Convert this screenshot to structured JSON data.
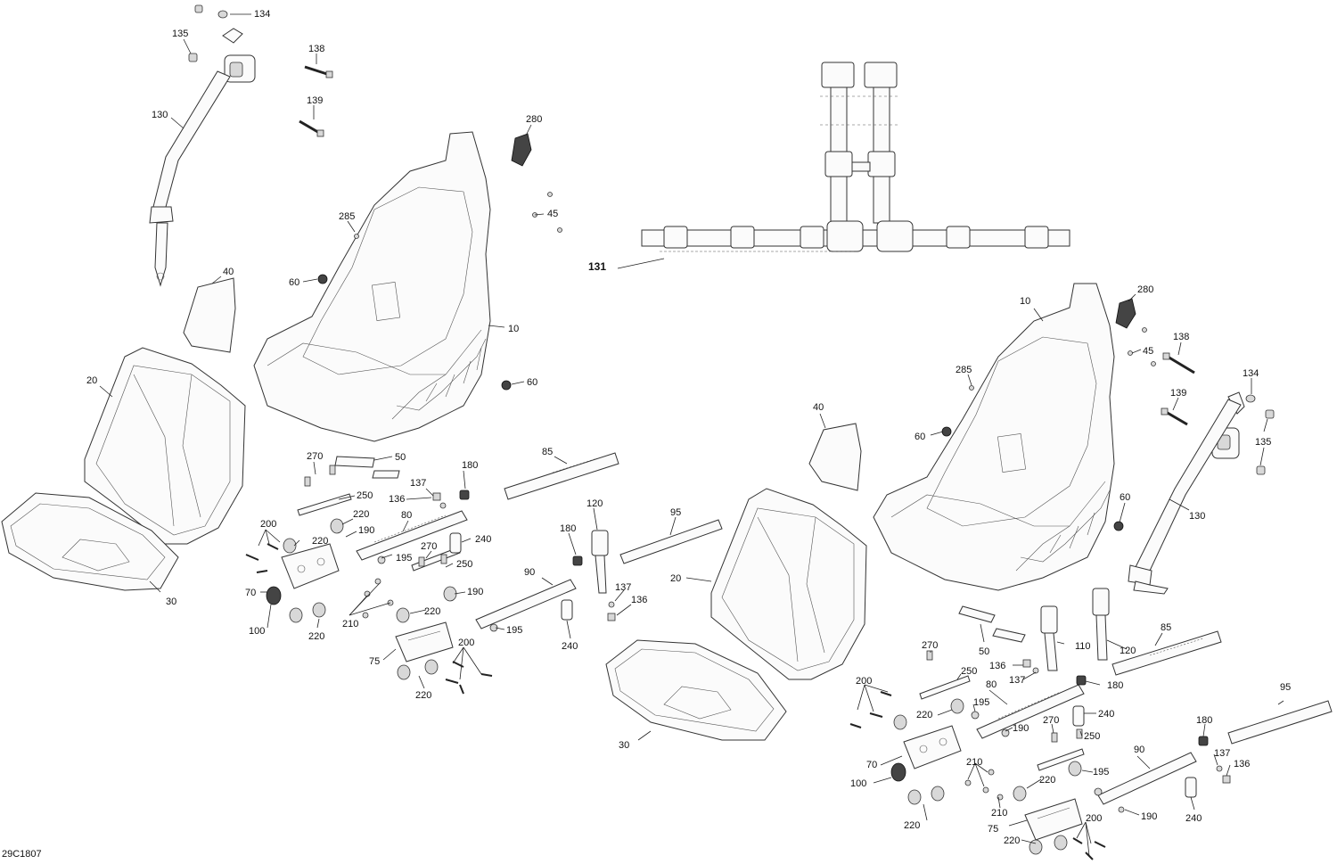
{
  "drawing_id": "29C1807",
  "callouts": {
    "c134a": "134",
    "c135a": "135",
    "c138a": "138",
    "c139a": "139",
    "c130a": "130",
    "c280a": "280",
    "c285a": "285",
    "c45a": "45",
    "c40a": "40",
    "c60a": "60",
    "c10a": "10",
    "c60b": "60",
    "c20a": "20",
    "c30a": "30",
    "c270a": "270",
    "c50a": "50",
    "c180a": "180",
    "c137a": "137",
    "c136a": "136",
    "c250a": "250",
    "c85a": "85",
    "c200a": "200",
    "c220a": "220",
    "c80a": "80",
    "c240a": "240",
    "c190a": "190",
    "c220b": "220",
    "c195a": "195",
    "c270b": "270",
    "c250b": "250",
    "c70a": "70",
    "c100a": "100",
    "c220c": "220",
    "c210a": "210",
    "c220d": "220",
    "c190b": "190",
    "c195b": "195",
    "c75a": "75",
    "c200b": "200",
    "c220e": "220",
    "c120a": "120",
    "c180b": "180",
    "c95a": "95",
    "c90a": "90",
    "c137b": "137",
    "c136b": "136",
    "c240b": "240",
    "c131": "131",
    "c10b": "10",
    "c280b": "280",
    "c45b": "45",
    "c138b": "138",
    "c285b": "285",
    "c134b": "134",
    "c139b": "139",
    "c135b": "135",
    "c40b": "40",
    "c60c": "60",
    "c60d": "60",
    "c130b": "130",
    "c20b": "20",
    "c30b": "30",
    "c50b": "50",
    "c110": "110",
    "c120b": "120",
    "c85b": "85",
    "c270c": "270",
    "c136c": "136",
    "c137c": "137",
    "c250c": "250",
    "c180c": "180",
    "c200c": "200",
    "c80b": "80",
    "c220f": "220",
    "c195c": "195",
    "c240c": "240",
    "c95b": "95",
    "c190c": "190",
    "c270d": "270",
    "c250d": "250",
    "c180d": "180",
    "c70b": "70",
    "c90b": "90",
    "c137d": "137",
    "c136d": "136",
    "c100b": "100",
    "c210b": "210",
    "c195d": "195",
    "c220g": "220",
    "c220h": "220",
    "c210c": "210",
    "c190d": "190",
    "c240d": "240",
    "c75b": "75",
    "c200d": "200",
    "c220i": "220"
  }
}
